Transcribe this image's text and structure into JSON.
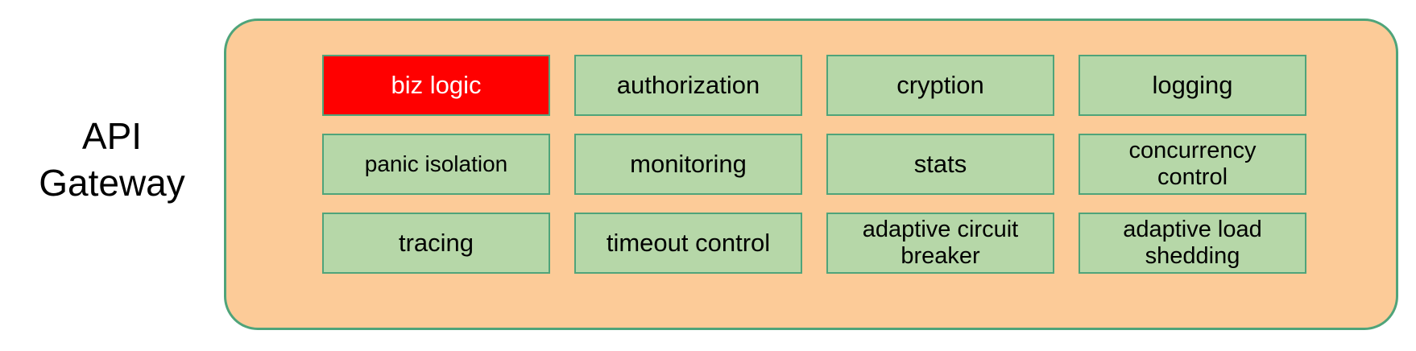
{
  "diagram": {
    "title": "API Gateway",
    "side_label": "API\nGateway",
    "panel": {
      "name": "api-gateway-panel",
      "fill_color": "#fccb98",
      "border_color": "#4fa47a"
    },
    "colors": {
      "panel_fill": "#fccb98",
      "panel_border": "#4fa47a",
      "box_fill": "#b6d7a8",
      "box_border": "#4fa47a",
      "highlight_fill": "#ff0000",
      "highlight_text": "#ffffff",
      "text": "#000000",
      "background": "#ffffff"
    },
    "grid": {
      "columns": 4,
      "rows": 3
    },
    "components": [
      {
        "label": "biz logic",
        "highlighted": true,
        "lines": 1
      },
      {
        "label": "authorization",
        "highlighted": false,
        "lines": 1
      },
      {
        "label": "cryption",
        "highlighted": false,
        "lines": 1
      },
      {
        "label": "logging",
        "highlighted": false,
        "lines": 1
      },
      {
        "label": "panic isolation",
        "highlighted": false,
        "lines": 1
      },
      {
        "label": "monitoring",
        "highlighted": false,
        "lines": 1
      },
      {
        "label": "stats",
        "highlighted": false,
        "lines": 1
      },
      {
        "label": "concurrency\ncontrol",
        "highlighted": false,
        "lines": 2
      },
      {
        "label": "tracing",
        "highlighted": false,
        "lines": 1
      },
      {
        "label": "timeout control",
        "highlighted": false,
        "lines": 1
      },
      {
        "label": "adaptive circuit\nbreaker",
        "highlighted": false,
        "lines": 2
      },
      {
        "label": "adaptive load\nshedding",
        "highlighted": false,
        "lines": 2
      }
    ]
  }
}
